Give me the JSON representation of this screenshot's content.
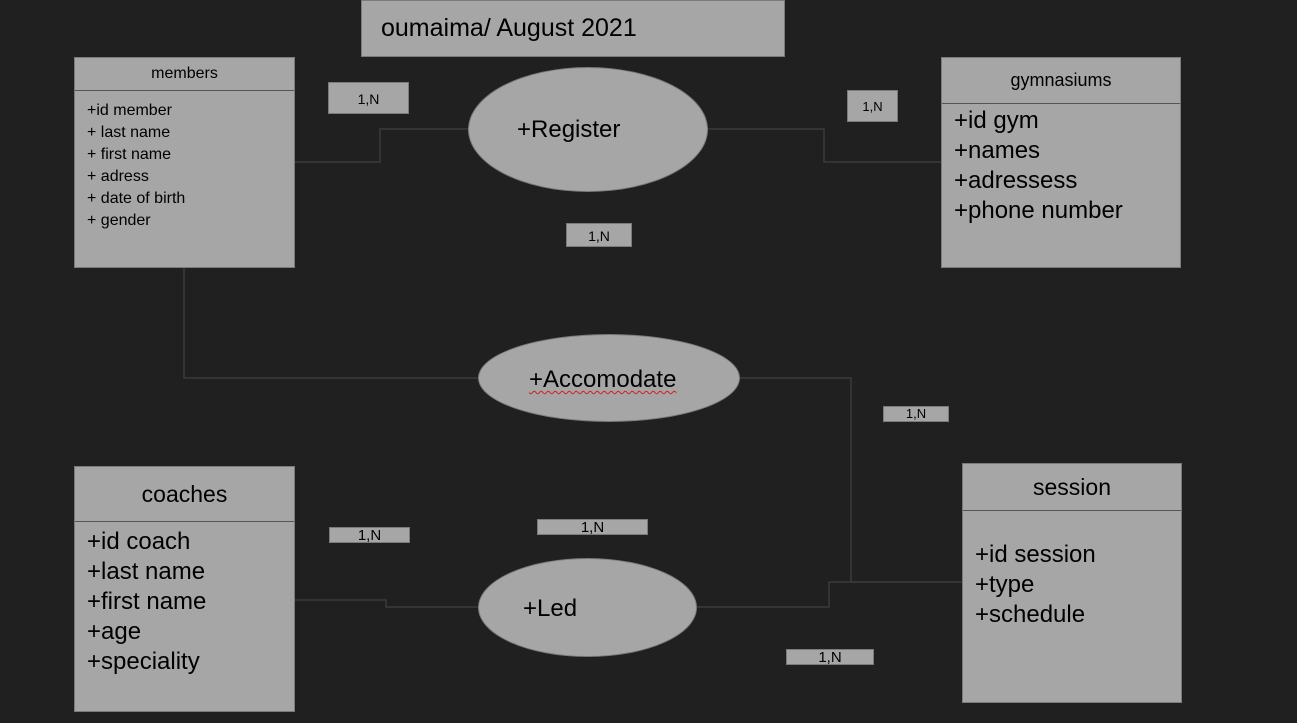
{
  "title": "oumaima/ August 2021",
  "entities": {
    "members": {
      "name": "members",
      "attributes": [
        "+id member",
        "+ last name",
        "+ first name",
        "+ adress",
        "+ date of birth",
        "+ gender"
      ]
    },
    "gymnasiums": {
      "name": "gymnasiums",
      "attributes": [
        "+id gym",
        "+names",
        "+adressess",
        "+phone number"
      ]
    },
    "coaches": {
      "name": "coaches",
      "attributes": [
        "+id coach",
        "+last name",
        "+first name",
        "+age",
        "+speciality"
      ]
    },
    "session": {
      "name": "session",
      "attributes": [
        "+id session",
        "+type",
        "+schedule"
      ]
    }
  },
  "relationships": {
    "register": "+Register",
    "accomodate": "+Accomodate",
    "led": "+Led"
  },
  "cardinalities": {
    "members_register": "1,N",
    "gym_register": "1,N",
    "register_below": "1,N",
    "accomodate_session": "1,N",
    "coaches_led": "1,N",
    "led_above": "1,N",
    "session_led": "1,N"
  }
}
